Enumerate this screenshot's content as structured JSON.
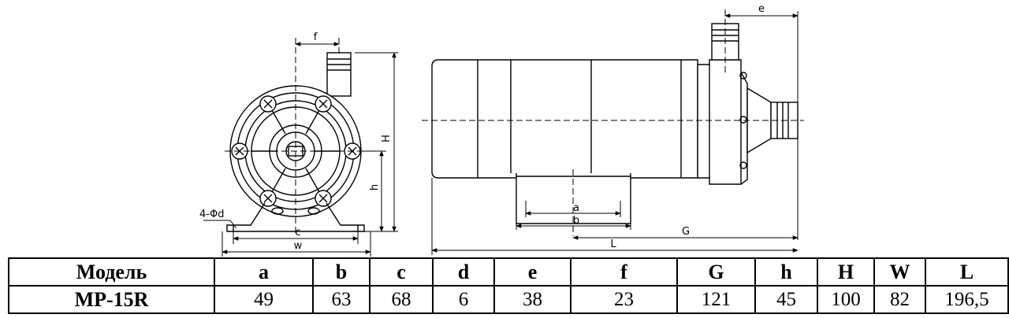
{
  "drawing": {
    "front_labels": {
      "f": "f",
      "H": "H",
      "h": "h",
      "hole": "4-Φd",
      "c": "c",
      "w": "w"
    },
    "side_labels": {
      "e": "e",
      "a": "a",
      "b": "b",
      "G": "G",
      "L": "L"
    }
  },
  "table": {
    "headers": [
      "Модель",
      "a",
      "b",
      "c",
      "d",
      "e",
      "f",
      "G",
      "h",
      "H",
      "W",
      "L"
    ],
    "rows": [
      [
        "MP-15R",
        "49",
        "63",
        "68",
        "6",
        "38",
        "23",
        "121",
        "45",
        "100",
        "82",
        "196,5"
      ]
    ]
  }
}
